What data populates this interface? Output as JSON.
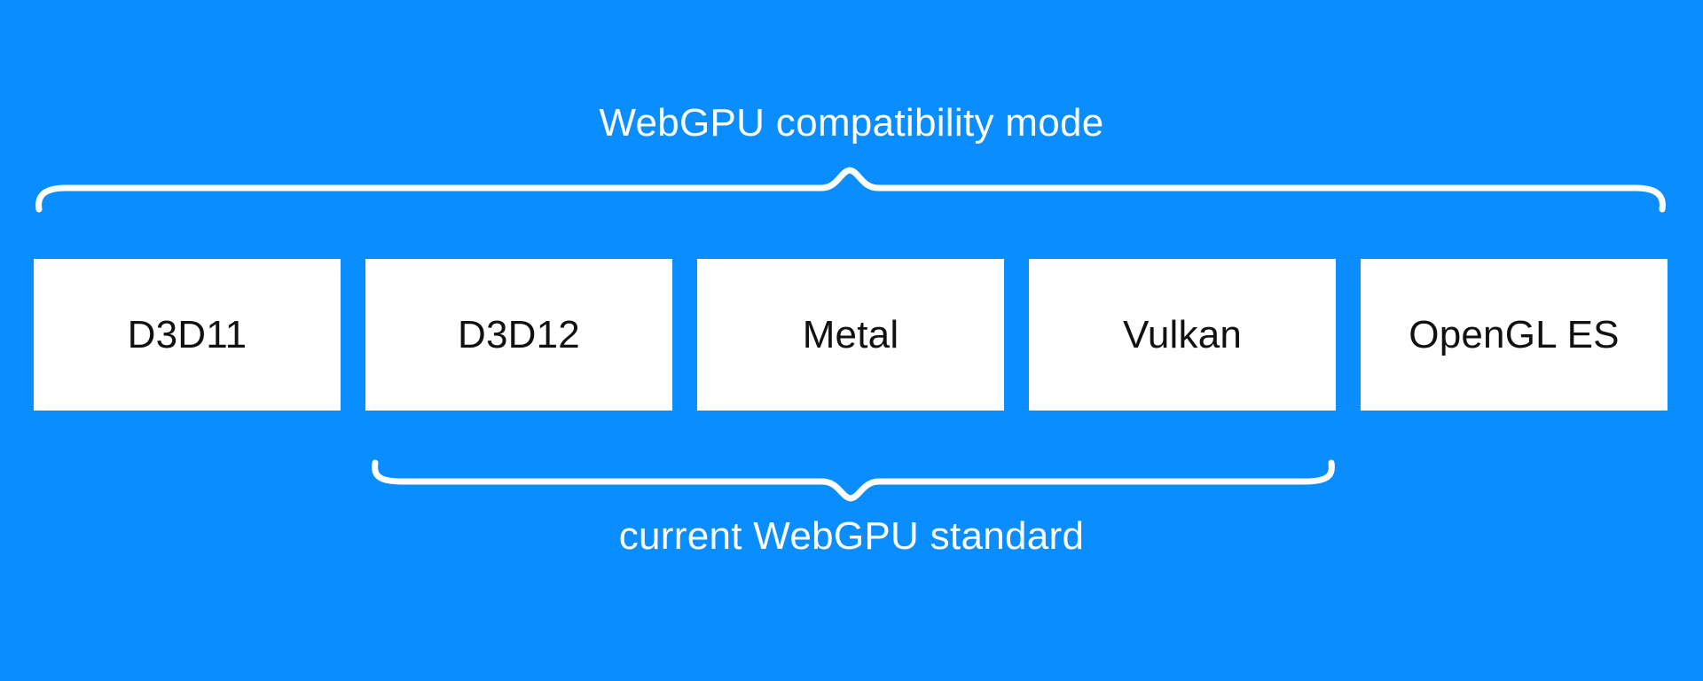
{
  "diagram": {
    "title": "WebGPU compatibility mode",
    "subtitle": "current WebGPU standard",
    "apis": [
      "D3D11",
      "D3D12",
      "Metal",
      "Vulkan",
      "OpenGL ES"
    ],
    "colors": {
      "background": "#0a8dff",
      "box_background": "#ffffff",
      "box_text": "#111111",
      "label_text": "#ffffff",
      "brace_stroke": "#ffffff"
    },
    "braces": {
      "top_brace_spans": "D3D11, D3D12, Metal, Vulkan, OpenGL ES",
      "bottom_brace_spans": "D3D12, Metal, Vulkan"
    }
  }
}
